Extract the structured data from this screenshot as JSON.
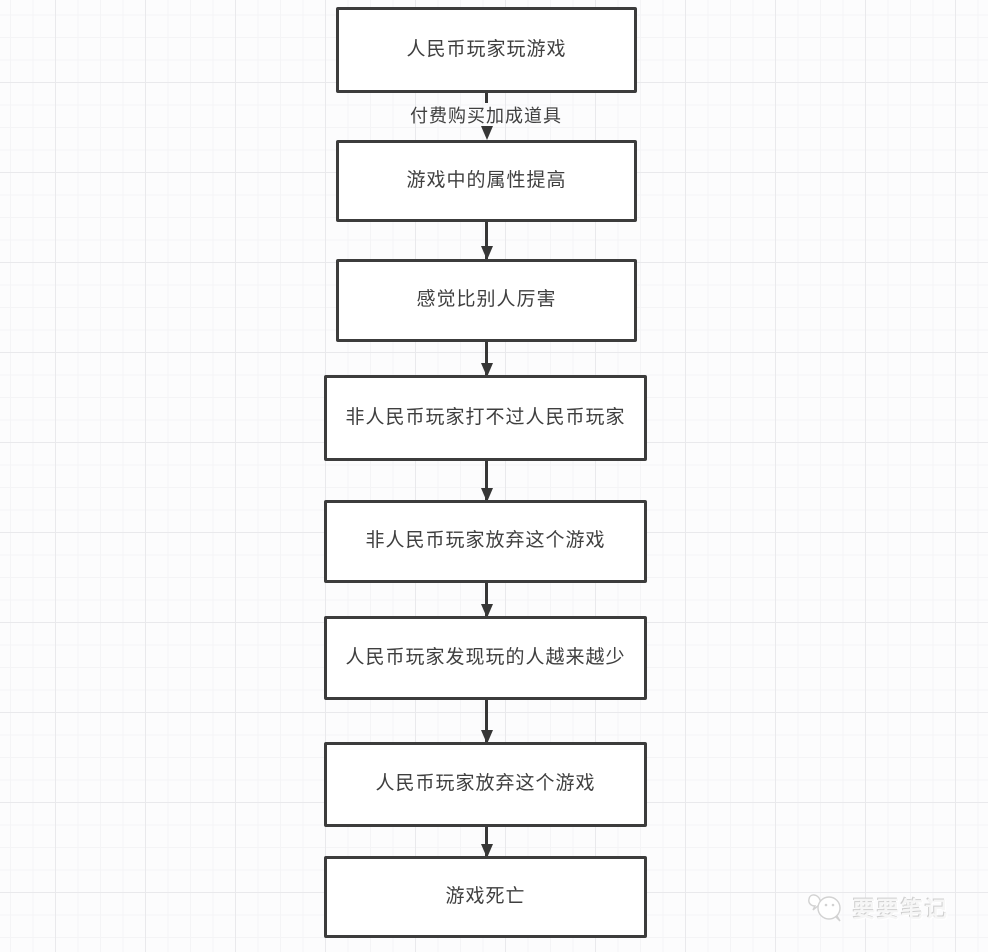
{
  "flow": {
    "nodes": [
      {
        "label": "人民币玩家玩游戏"
      },
      {
        "label": "游戏中的属性提高"
      },
      {
        "label": "感觉比别人厉害"
      },
      {
        "label": "非人民币玩家打不过人民币玩家"
      },
      {
        "label": "非人民币玩家放弃这个游戏"
      },
      {
        "label": "人民币玩家发现玩的人越来越少"
      },
      {
        "label": "人民币玩家放弃这个游戏"
      },
      {
        "label": "游戏死亡"
      }
    ],
    "edge_label": "付费购买加成道具",
    "direction": "top-to-bottom"
  },
  "watermark": {
    "text": "要要笔记",
    "icon": "chat-bubbles-icon"
  },
  "colors": {
    "background": "#fcfcfd",
    "grid_minor": "#f4f4f6",
    "grid_major": "#e9e9ec",
    "box_border": "#3c3c3c",
    "box_fill": "#ffffff",
    "text": "#3f3f3f",
    "arrow": "#363636",
    "watermark": "#d6d6d6"
  }
}
